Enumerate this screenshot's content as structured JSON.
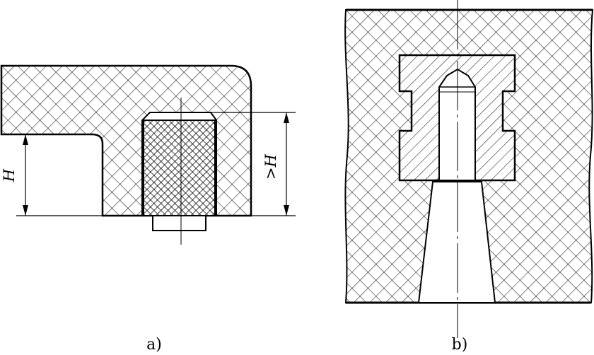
{
  "figure_a": {
    "caption": "a)",
    "dimension_left": "H",
    "dimension_right": ">H"
  },
  "figure_b": {
    "caption": "b)"
  },
  "colors": {
    "line": "#000000",
    "background": "#ffffff"
  }
}
